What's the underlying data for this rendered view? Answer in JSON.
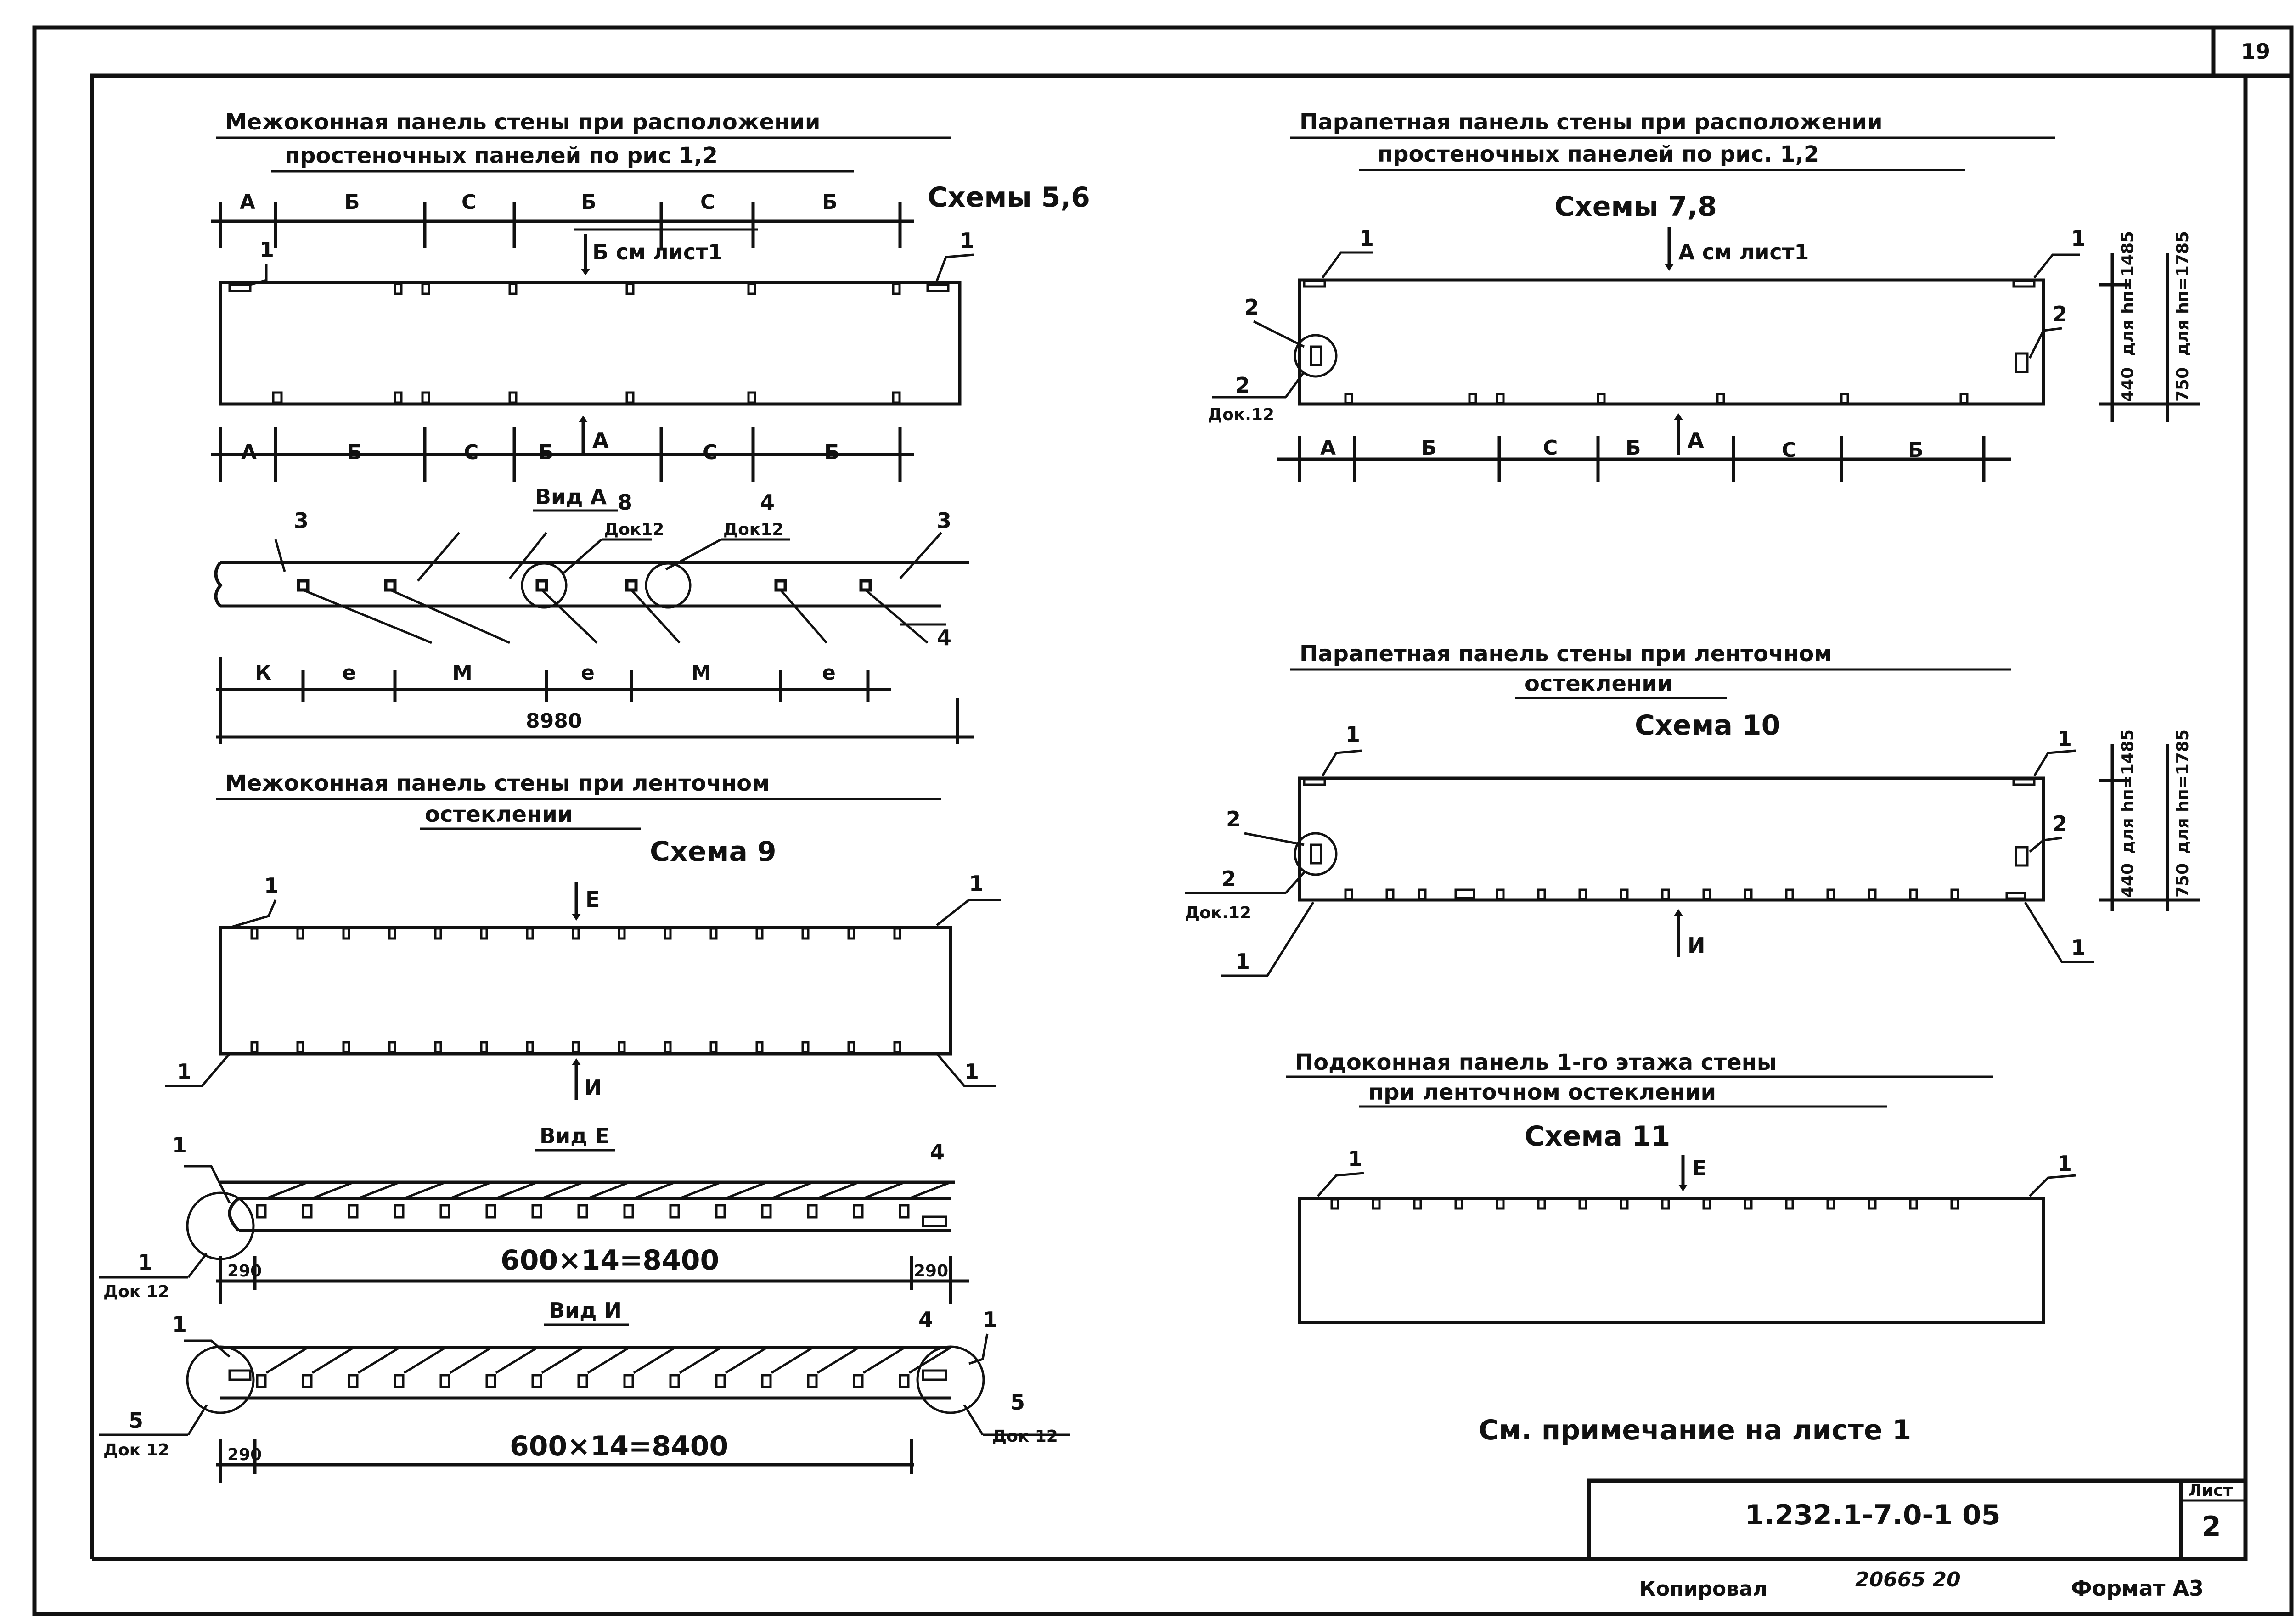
{
  "sheet_number": "19",
  "stamp": {
    "label": "Лист",
    "sheet": "2",
    "code": "1.232.1-7.0-1 05",
    "copied_label": "Копировал",
    "order": "20665 20",
    "format": "Формат А3"
  },
  "note": "См. примечание на листе 1",
  "panel1": {
    "title1": "Межоконная панель стены при расположении",
    "title2": "простеночных панелей по рис 1,2",
    "scheme": "Схемы 5,6",
    "top_dims": [
      "А",
      "Б",
      "С",
      "Б",
      "С",
      "Б"
    ],
    "bottom_dims": [
      "А",
      "Б",
      "С",
      "Б",
      "С",
      "Б"
    ],
    "arrow_top": "Б см лист1",
    "arrow_bottom": "А",
    "callout": "1"
  },
  "view_a": {
    "title": "Вид А",
    "labels": [
      "3",
      "8",
      "4",
      "3",
      "4"
    ],
    "doc1": "Док12",
    "doc2": "Док12",
    "dims": [
      "К",
      "е",
      "М",
      "е",
      "М",
      "е"
    ],
    "total": "8980"
  },
  "panel2": {
    "title1": "Межоконная панель стены при ленточном",
    "title2": "остеклении",
    "scheme": "Схема 9",
    "arrow_top": "Е",
    "arrow_bottom": "И",
    "callout": "1"
  },
  "view_e": {
    "title": "Вид Е",
    "label4": "4",
    "label1": "1",
    "doc_num": "1",
    "doc": "Док 12",
    "dim_left": "290",
    "dim_mid": "600×14=8400",
    "dim_right": "290"
  },
  "view_i": {
    "title": "Вид И",
    "label1": "1",
    "label4": "4",
    "label5": "5",
    "doc": "Док 12",
    "dim_left": "290",
    "dim_mid": "600×14=8400"
  },
  "panel3": {
    "title1": "Парапетная панель стены при расположении",
    "title2": "простеночных панелей по рис. 1,2",
    "scheme": "Схемы 7,8",
    "arrow_top": "А см лист1",
    "arrow_bottom": "А",
    "dims": [
      "А",
      "Б",
      "С",
      "Б",
      "С",
      "Б"
    ],
    "h1": "для hп=1485",
    "h2": "для hп=1785",
    "d1": "440",
    "d2": "750",
    "callout1": "1",
    "callout2": "2",
    "doc": "Док.12"
  },
  "panel4": {
    "title1": "Парапетная панель стены при ленточном",
    "title2": "остеклении",
    "scheme": "Схема 10",
    "arrow_bottom": "И",
    "h1": "для hп=1485",
    "h2": "для hп=1785",
    "d1": "440",
    "d2": "750",
    "callout1": "1",
    "callout2": "2",
    "doc": "Док.12"
  },
  "panel5": {
    "title1": "Подоконная панель 1-го этажа стены",
    "title2": "при ленточном остеклении",
    "scheme": "Схема 11",
    "arrow_top": "Е",
    "callout": "1"
  }
}
